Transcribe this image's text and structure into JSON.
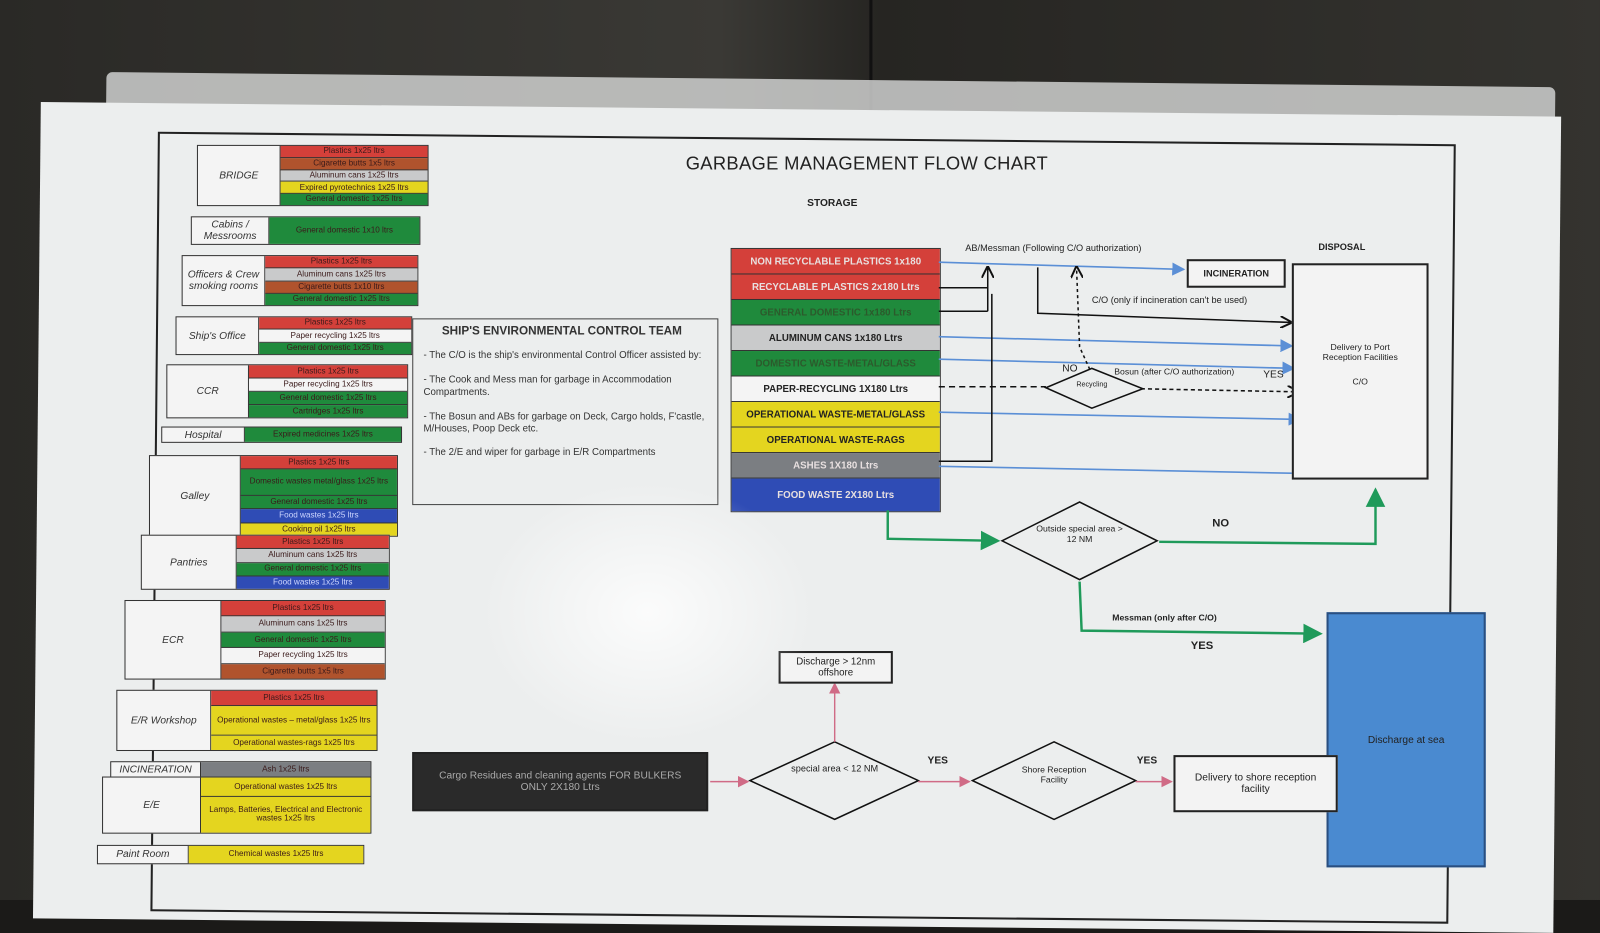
{
  "title": "GARBAGE MANAGEMENT FLOW CHART",
  "storage_label": "STORAGE",
  "disposal_label": "DISPOSAL",
  "colors": {
    "red": "#d4403a",
    "brown": "#b0532d",
    "grey": "#c9cacb",
    "yellow": "#e4d51f",
    "green": "#1f8a3c",
    "blue": "#2f4cb5",
    "white": "#f4f4f4",
    "darkgrey": "#7b7e82",
    "black": "#2a2a2a",
    "sea": "#4a8ad0"
  },
  "sections": [
    {
      "label": "BRIDGE",
      "bins": [
        {
          "text": "Plastics 1x25 ltrs",
          "color": "red"
        },
        {
          "text": "Cigarette butts 1x5 ltrs",
          "color": "brown"
        },
        {
          "text": "Aluminum cans 1x25 ltrs",
          "color": "grey"
        },
        {
          "text": "Expired pyrotechnics 1x25 ltrs",
          "color": "yellow"
        },
        {
          "text": "General domestic 1x25 ltrs",
          "color": "green"
        }
      ]
    },
    {
      "label": "Cabins / Messrooms",
      "bins": [
        {
          "text": "General domestic 1x10 ltrs",
          "color": "green"
        }
      ]
    },
    {
      "label": "Officers & Crew smoking rooms",
      "bins": [
        {
          "text": "Plastics 1x25 ltrs",
          "color": "red"
        },
        {
          "text": "Aluminum cans 1x25 ltrs",
          "color": "grey"
        },
        {
          "text": "Cigarette butts 1x10 ltrs",
          "color": "brown"
        },
        {
          "text": "General domestic 1x25 ltrs",
          "color": "green"
        }
      ]
    },
    {
      "label": "Ship's Office",
      "bins": [
        {
          "text": "Plastics 1x25 ltrs",
          "color": "red"
        },
        {
          "text": "Paper recycling 1x25 ltrs",
          "color": "white"
        },
        {
          "text": "General domestic 1x25 ltrs",
          "color": "green"
        }
      ]
    },
    {
      "label": "CCR",
      "bins": [
        {
          "text": "Plastics 1x25 ltrs",
          "color": "red"
        },
        {
          "text": "Paper recycling 1x25 ltrs",
          "color": "white"
        },
        {
          "text": "General domestic 1x25 ltrs",
          "color": "green"
        },
        {
          "text": "Cartridges 1x25 ltrs",
          "color": "green"
        }
      ]
    },
    {
      "label": "Hospital",
      "bins": [
        {
          "text": "Expired medicines 1x25 ltrs",
          "color": "green"
        }
      ]
    },
    {
      "label": "Galley",
      "bins": [
        {
          "text": "Plastics 1x25 ltrs",
          "color": "red"
        },
        {
          "text": "Domestic wastes metal/glass 1x25 ltrs",
          "color": "green"
        },
        {
          "text": "General domestic 1x25 ltrs",
          "color": "green"
        },
        {
          "text": "Food wastes 1x25 ltrs",
          "color": "blue"
        },
        {
          "text": "Cooking oil 1x25 ltrs",
          "color": "yellow"
        }
      ]
    },
    {
      "label": "Pantries",
      "bins": [
        {
          "text": "Plastics 1x25 ltrs",
          "color": "red"
        },
        {
          "text": "Aluminum cans 1x25 ltrs",
          "color": "grey"
        },
        {
          "text": "General domestic 1x25 ltrs",
          "color": "green"
        },
        {
          "text": "Food wastes 1x25 ltrs",
          "color": "blue"
        }
      ]
    },
    {
      "label": "ECR",
      "bins": [
        {
          "text": "Plastics 1x25 ltrs",
          "color": "red"
        },
        {
          "text": "Aluminum cans 1x25 ltrs",
          "color": "grey"
        },
        {
          "text": "General domestic 1x25 ltrs",
          "color": "green"
        },
        {
          "text": "Paper recycling 1x25 ltrs",
          "color": "white"
        },
        {
          "text": "Cigarette butts 1x5 ltrs",
          "color": "brown"
        }
      ]
    },
    {
      "label": "E/R Workshop",
      "bins": [
        {
          "text": "Plastics 1x25 ltrs",
          "color": "red"
        },
        {
          "text": "Operational wastes – metal/glass 1x25 ltrs",
          "color": "yellow"
        },
        {
          "text": "Operational wastes-rags 1x25 ltrs",
          "color": "yellow"
        }
      ]
    },
    {
      "label": "INCINERATION",
      "bins": [
        {
          "text": "Ash 1x25 ltrs",
          "color": "darkgrey"
        }
      ]
    },
    {
      "label": "E/E",
      "bins": [
        {
          "text": "Operational wastes 1x25 ltrs",
          "color": "yellow"
        },
        {
          "text": "Lamps, Batteries, Electrical and Electronic wastes 1x25 ltrs",
          "color": "yellow"
        }
      ]
    },
    {
      "label": "Paint Room",
      "bins": [
        {
          "text": "Chemical wastes 1x25 ltrs",
          "color": "yellow"
        }
      ]
    }
  ],
  "team": {
    "heading": "SHIP'S ENVIRONMENTAL CONTROL TEAM",
    "lines": [
      "- The C/O is the ship's environmental Control Officer assisted by:",
      "- The Cook and Mess man for garbage in Accommodation Compartments.",
      "- The Bosun and ABs for garbage on Deck, Cargo holds, F'castle, M/Houses, Poop Deck etc.",
      "- The 2/E and wiper for garbage in E/R Compartments"
    ]
  },
  "storage": [
    {
      "text": "NON RECYCLABLE  PLASTICS 1x180",
      "color": "red"
    },
    {
      "text": "RECYCLABLE PLASTICS  2x180 Ltrs",
      "color": "red"
    },
    {
      "text": "GENERAL DOMESTIC  1x180 Ltrs",
      "color": "green"
    },
    {
      "text": "ALUMINUM CANS 1x180 Ltrs",
      "color": "grey"
    },
    {
      "text": "DOMESTIC WASTE-METAL/GLASS",
      "color": "green"
    },
    {
      "text": "PAPER-RECYCLING 1X180 Ltrs",
      "color": "white"
    },
    {
      "text": "OPERATIONAL WASTE-METAL/GLASS",
      "color": "yellow"
    },
    {
      "text": "OPERATIONAL WASTE-RAGS",
      "color": "yellow"
    },
    {
      "text": "ASHES  1X180 Ltrs",
      "color": "darkgrey"
    },
    {
      "text": "FOOD WASTE  2X180 Ltrs",
      "color": "blue"
    }
  ],
  "flow": {
    "ab_messman": "AB/Messman (Following C/O authorization)",
    "incineration": "INCINERATION",
    "co_only": "C/O (only if incineration can't be used)",
    "recycling": "Recycling",
    "no1": "NO",
    "bosun": "Bosun (after C/O authorization)",
    "yes1": "YES",
    "port_delivery": "Delivery to Port Reception Facilities",
    "co": "C/O",
    "outside_special": "Outside special area > 12 NM",
    "no2": "NO",
    "messman": "Messman (only after C/O)",
    "yes2": "YES",
    "discharge_sea": "Discharge at sea",
    "discharge_offshore": "Discharge > 12nm offshore",
    "cargo_residues": "Cargo Residues and cleaning agents FOR BULKERS ONLY  2X180 Ltrs",
    "special_area": "special area < 12 NM",
    "yes3": "YES",
    "shore_facility": "Shore Reception Facility",
    "yes4": "YES",
    "shore_delivery": "Delivery to shore reception facility"
  }
}
